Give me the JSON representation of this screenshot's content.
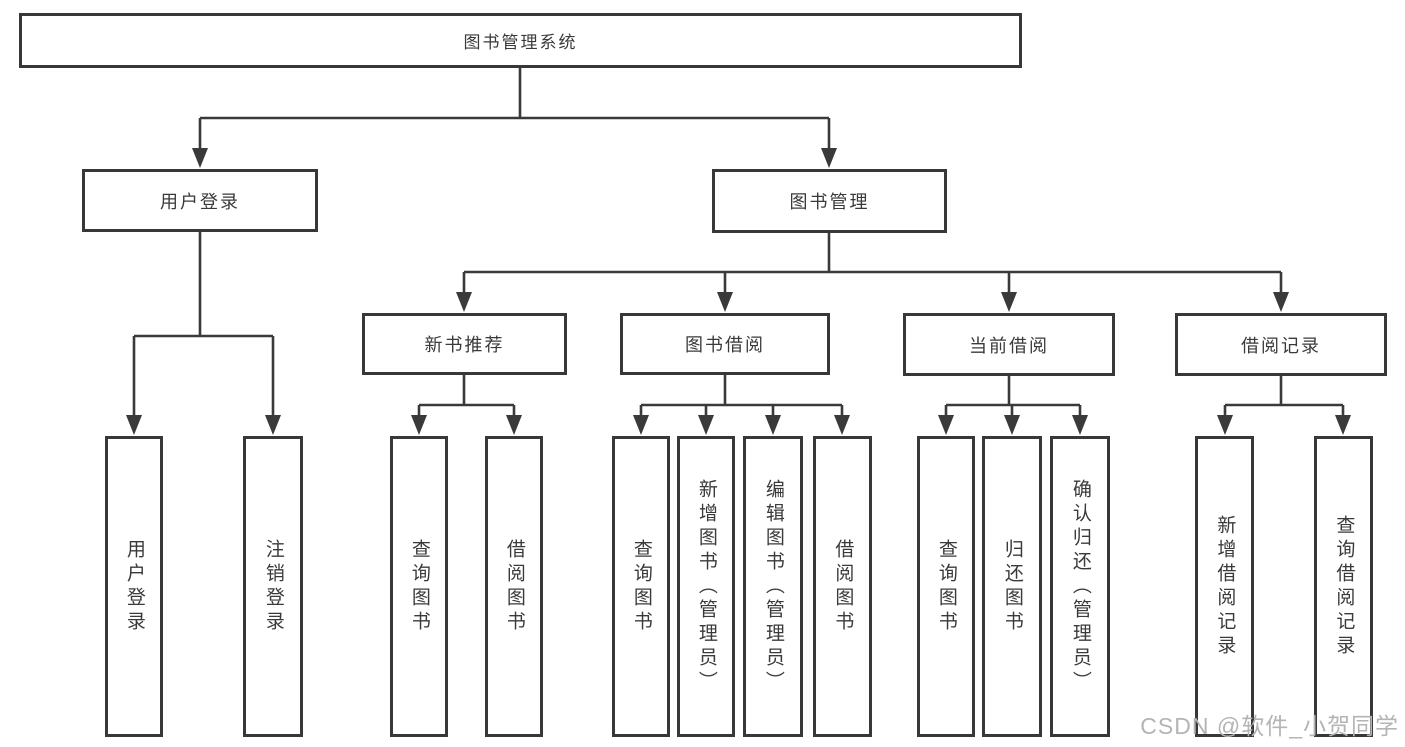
{
  "diagram": {
    "root": "图书管理系统",
    "children": [
      {
        "label": "用户登录",
        "leaves": [
          "用户登录",
          "注销登录"
        ]
      },
      {
        "label": "图书管理",
        "children": [
          {
            "label": "新书推荐",
            "leaves": [
              "查询图书",
              "借阅图书"
            ]
          },
          {
            "label": "图书借阅",
            "leaves": [
              "查询图书",
              "新增图书（管理员）",
              "编辑图书（管理员）",
              "借阅图书"
            ]
          },
          {
            "label": "当前借阅",
            "leaves": [
              "查询图书",
              "归还图书",
              "确认归还（管理员）"
            ]
          },
          {
            "label": "借阅记录",
            "leaves": [
              "新增借阅记录",
              "查询借阅记录"
            ]
          }
        ]
      }
    ]
  },
  "watermark": "CSDN @软件_小贺同学",
  "colors": {
    "line": "#3a3a3a",
    "box_border": "#383838",
    "text": "#333333",
    "watermark": "#b4b4b4",
    "background": "#ffffff"
  }
}
